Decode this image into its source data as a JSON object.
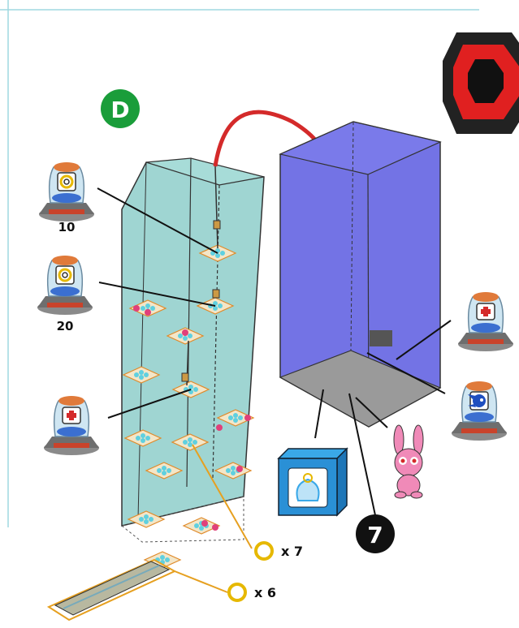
{
  "zone_badge": {
    "letter": "D",
    "color": "#1a9d3a"
  },
  "capsules": [
    {
      "item": "ring",
      "count_label": "10"
    },
    {
      "item": "ring",
      "count_label": "20"
    },
    {
      "item": "medkit",
      "count_label": ""
    },
    {
      "item": "medkit",
      "count_label": ""
    },
    {
      "item": "sonic",
      "count_label": ""
    }
  ],
  "ring_counts": [
    {
      "label": "x 7"
    },
    {
      "label": "x 6"
    }
  ],
  "marker_number": "7",
  "colors": {
    "tower_glass": "#7fc7c3",
    "blue_room": "#5b5be0",
    "arrow": "#d42a2a",
    "ring": "#e6b800",
    "frame_border": "#9fd8e0"
  }
}
